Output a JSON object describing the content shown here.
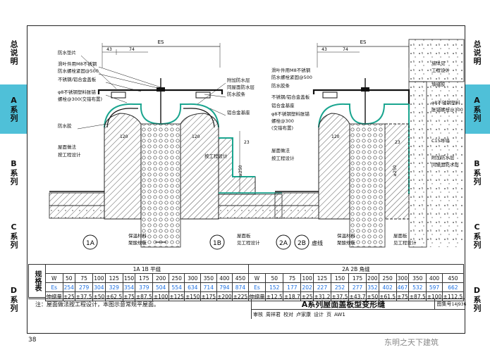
{
  "sidebar_left": {
    "tabs": [
      {
        "label": "总说明",
        "active": false
      },
      {
        "label": "A系列",
        "active": true
      },
      {
        "label": "B系列",
        "active": false
      },
      {
        "label": "C系列",
        "active": false
      },
      {
        "label": "D系列",
        "active": false
      }
    ]
  },
  "sidebar_right": {
    "tabs": [
      {
        "label": "总说明",
        "active": false
      },
      {
        "label": "A系列",
        "active": true
      },
      {
        "label": "B系列",
        "active": false
      },
      {
        "label": "C系列",
        "active": false
      },
      {
        "label": "D系列",
        "active": false
      }
    ]
  },
  "drawing": {
    "left_labels": [
      "防水垫片",
      "滑叶件用M8不锈钢",
      "防水螺栓紧固@500",
      "不锈钢/铝合金盖板",
      "φ8不锈钢塑料胀锚",
      "螺栓@300(交错布置)",
      "防水胶",
      "屋面做法",
      "按工程设计",
      "保温材料",
      "聚酸规板"
    ],
    "left_right_labels": [
      "附加防水层",
      "同屋面防水层",
      "防水胶条",
      "铝合金基座",
      "按工程设计",
      "屋面板",
      "见工程设计"
    ],
    "left_dims": {
      "es": "ES",
      "d43": "43",
      "d74": "74",
      "d120a": "120",
      "d120b": "120",
      "d23": "23",
      "d250": "≥250"
    },
    "left_markers": [
      "1A",
      "1B"
    ],
    "right_labels": [
      "滑叶件用M8不锈钢",
      "防水螺栓紧固@500",
      "防水胶条",
      "不锈钢/铝合金盖板",
      "铝合金基座",
      "φ8不锈钢塑料胀锚",
      "螺栓@300",
      "(交错布置)",
      "屋面做法",
      "按工程设计",
      "保温材料",
      "聚酸规板"
    ],
    "right_right_labels": [
      "墙体见",
      "工程设计",
      "填缝胶",
      "φ8不锈钢塑料",
      "胀锚螺栓@300",
      "C15导墙",
      "附加防水层",
      "同屋面防水层",
      "屋面板",
      "见工程设计"
    ],
    "right_dims": {
      "es": "ES",
      "d43": "43",
      "d74": "74",
      "d120": "120",
      "d23": "23",
      "d250": "≥250"
    },
    "right_markers": [
      "2A",
      "2B"
    ],
    "right_caption": "虚线"
  },
  "spec_table": {
    "title": "规格表",
    "group_left": "1A 1B 平缝",
    "group_right": "2A 2B 角缝",
    "row_labels": [
      "W",
      "Es",
      "伸缩量"
    ],
    "left_w": [
      "50",
      "75",
      "100",
      "125",
      "150",
      "175",
      "200",
      "250",
      "300",
      "350",
      "400",
      "450"
    ],
    "left_es": [
      "254",
      "279",
      "304",
      "329",
      "354",
      "379",
      "504",
      "554",
      "634",
      "714",
      "794",
      "874"
    ],
    "left_flex": [
      "±25",
      "±37.5",
      "±50",
      "±62.5",
      "±75",
      "±87.5",
      "±100",
      "±125",
      "±150",
      "±175",
      "±200",
      "±225"
    ],
    "right_w": [
      "50",
      "75",
      "100",
      "125",
      "150",
      "175",
      "200",
      "250",
      "300",
      "350",
      "400",
      "450"
    ],
    "right_es": [
      "152",
      "177",
      "202",
      "227",
      "252",
      "277",
      "352",
      "402",
      "467",
      "532",
      "597",
      "662"
    ],
    "right_flex": [
      "±12.5",
      "±18.7",
      "±25",
      "±31.2",
      "±37.5",
      "±43.7",
      "±50",
      "±61.5",
      "±75",
      "±87.5",
      "±100",
      "±112.5"
    ]
  },
  "title_block": {
    "title": "A系列屋面盖板型变形缝",
    "atlas_label": "图集号",
    "atlas_no": "14J936",
    "review_label": "审核",
    "review_name": "周祥君",
    "check_label": "校对",
    "check_name": "卢家康",
    "design_label": "设计",
    "page_label": "页",
    "page_no": "AW1"
  },
  "note": "注：屋面做法按工程设计，本图示意常规平屋面。",
  "page_number": "38",
  "watermark": "东明之天下建筑"
}
